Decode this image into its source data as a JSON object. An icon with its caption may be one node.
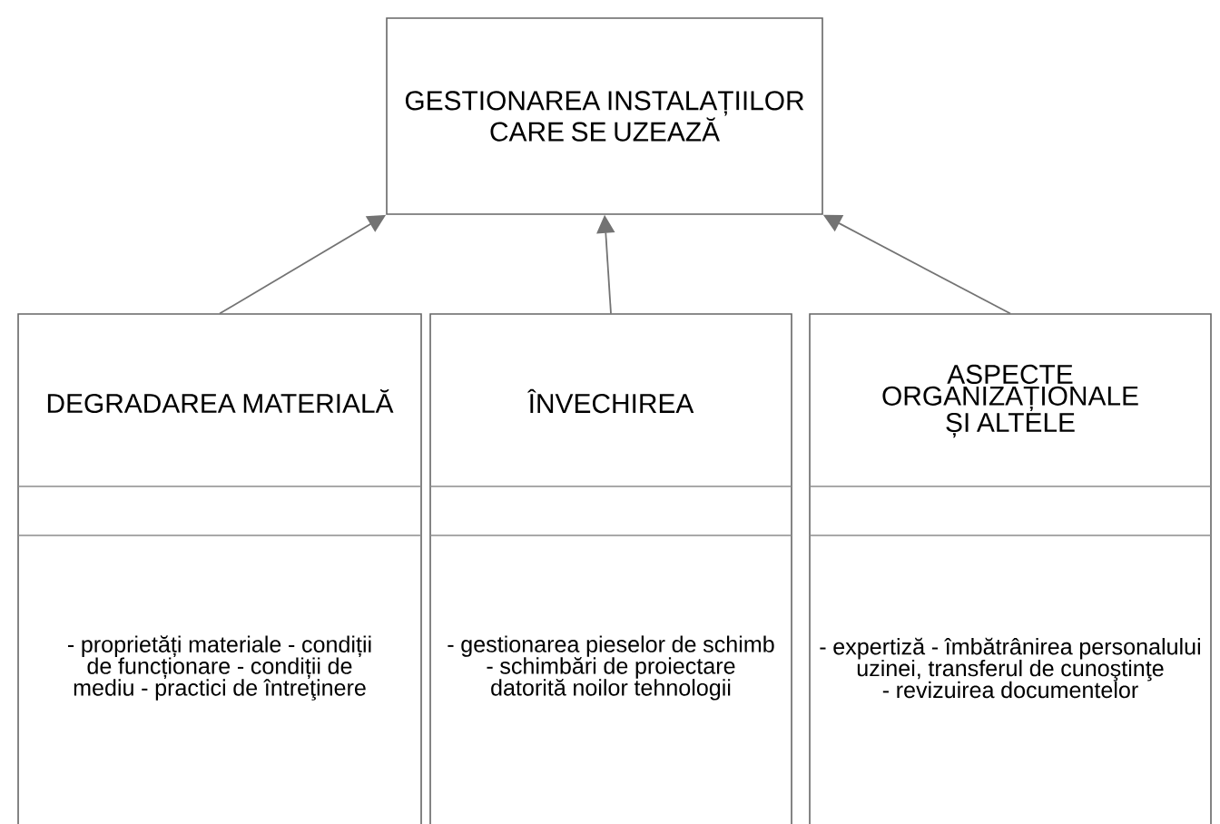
{
  "diagram": {
    "nodes": [
      {
        "text": [
          "GESTIONAREA INSTALAȚIILOR CARE SE UZEAZĂ"
        ]
      },
      {
        "text": [
          "DEGRADAREA MATERIALĂ",
          "- proprietăți materiale - condiții de funcționare - condiții de mediu - practici de întreţinere"
        ]
      },
      {
        "text": [
          "ÎNVECHIREA",
          "- gestionarea pieselor de schimb - schimbări de proiectare datorită noilor tehnologii"
        ]
      },
      {
        "text": [
          "ASPECTE ORGANIZAȚIONALE ȘI ALTELE",
          "- expertiză - îmbătrânirea personalului uzinei, transferul de cunoştinţe - revizuirea documentelor"
        ]
      }
    ],
    "edges": [
      {
        "from": 1,
        "to": 0,
        "arrow": "to"
      },
      {
        "from": 2,
        "to": 0,
        "arrow": "to"
      },
      {
        "from": 3,
        "to": 0,
        "arrow": "to"
      }
    ]
  }
}
